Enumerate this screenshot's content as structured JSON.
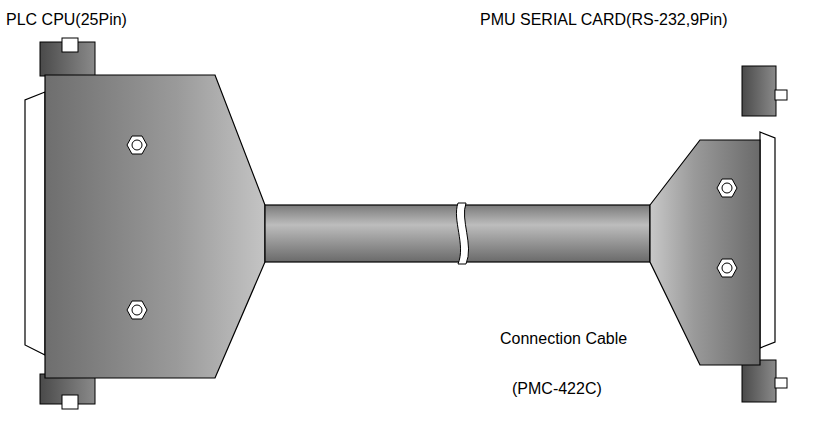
{
  "diagram": {
    "labels": [
      "PLC CPU(25Pin)",
      "PMU SERIAL CARD(RS-232,9Pin)",
      "Connection Cable",
      "(PMC-422C)"
    ]
  }
}
